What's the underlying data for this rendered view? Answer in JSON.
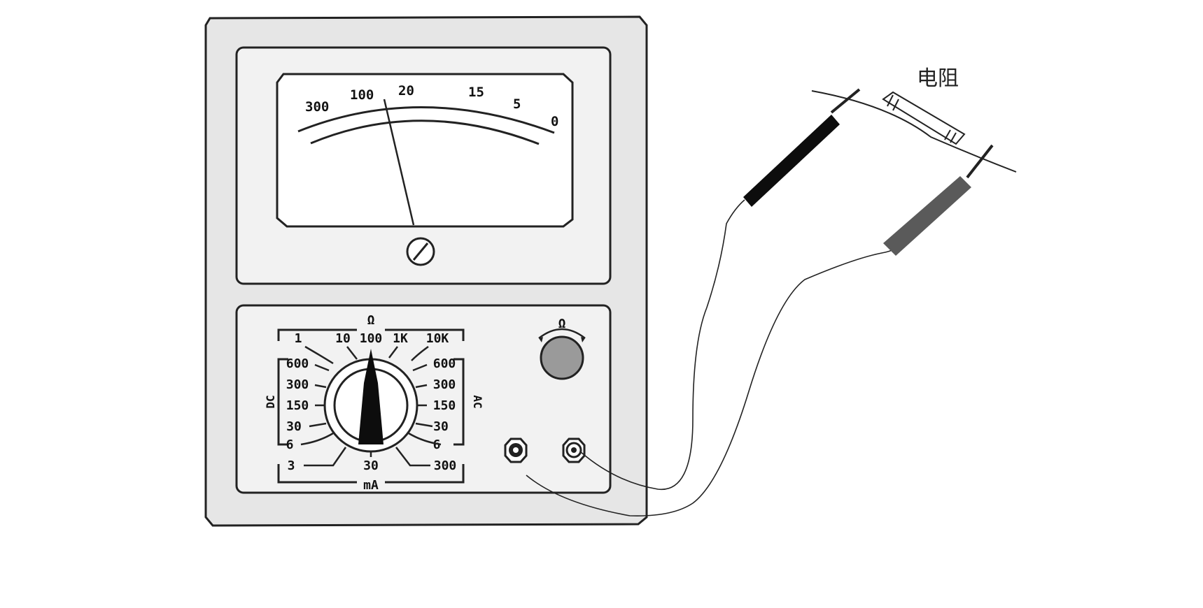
{
  "meter_scale": {
    "labels": [
      "300",
      "100",
      "20",
      "15",
      "5",
      "0"
    ]
  },
  "selector": {
    "ohm_symbol": "Ω",
    "ohm_ranges": [
      "1",
      "10",
      "100",
      "1K",
      "10K"
    ],
    "left_ranges": [
      "600",
      "300",
      "150",
      "30",
      "6",
      "3"
    ],
    "right_ranges": [
      "600",
      "300",
      "150",
      "30",
      "6",
      "300"
    ],
    "ma_ranges": [
      "30"
    ],
    "ma_unit": "mA",
    "left_side_mark": "DC",
    "right_side_mark": "AC",
    "ohm_adjust_symbol": "Ω"
  },
  "resistor_label": "电阻",
  "colors": {
    "case": "#e6e6e6",
    "panel": "#f2f2f2",
    "outline": "#222222",
    "black_probe": "#0d0d0d",
    "red_probe": "#5a5a5a",
    "knob": "#9a9a9a"
  }
}
